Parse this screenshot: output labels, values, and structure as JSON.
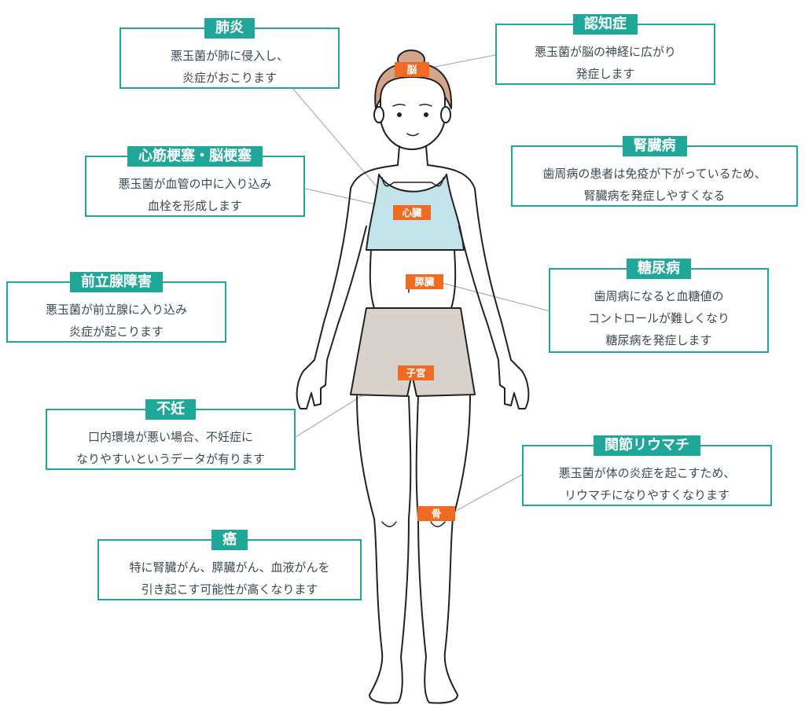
{
  "colors": {
    "accent": "#1fa89a",
    "label": "#f06a22",
    "top": "#c3e3ea",
    "shorts": "#d9d2cc",
    "hair": "#d2a58a",
    "text": "#3b4a50"
  },
  "labels": {
    "brain": "脳",
    "heart": "心臓",
    "pancreas": "膵臓",
    "uterus": "子宮",
    "bone": "骨"
  },
  "callouts": {
    "pneumonia": {
      "title": "肺炎",
      "lines": [
        "悪玉菌が肺に侵入し、",
        "炎症がおこります"
      ]
    },
    "dementia": {
      "title": "認知症",
      "lines": [
        "悪玉菌が脳の神経に広がり",
        "発症します"
      ]
    },
    "infarction": {
      "title": "心筋梗塞・脳梗塞",
      "lines": [
        "悪玉菌が血管の中に入り込み",
        "血栓を形成します"
      ]
    },
    "kidney": {
      "title": "腎臓病",
      "lines": [
        "歯周病の患者は免疫が下がっているため、",
        "腎臓病を発症しやすくなる"
      ]
    },
    "prostate": {
      "title": "前立腺障害",
      "lines": [
        "悪玉菌が前立腺に入り込み",
        "炎症が起こります"
      ]
    },
    "diabetes": {
      "title": "糖尿病",
      "lines": [
        "歯周病になると血糖値の",
        "コントロールが難しくなり",
        "糖尿病を発症します"
      ]
    },
    "infertility": {
      "title": "不妊",
      "lines": [
        "口内環境が悪い場合、不妊症に",
        "なりやすいというデータが有ります"
      ]
    },
    "rheumatism": {
      "title": "関節リウマチ",
      "lines": [
        "悪玉菌が体の炎症を起こすため、",
        "リウマチになりやすくなります"
      ]
    },
    "cancer": {
      "title": "癌",
      "lines": [
        "特に腎臓がん、膵臓がん、血液がんを",
        "引き起こす可能性が高くなります"
      ]
    }
  }
}
